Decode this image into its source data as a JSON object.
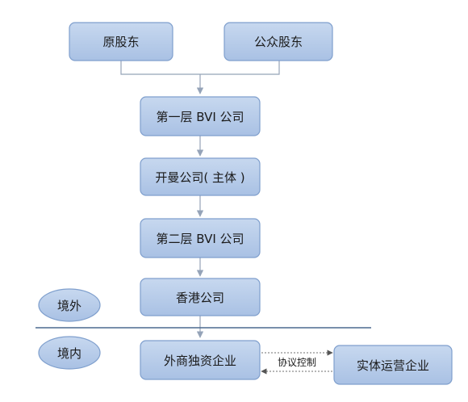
{
  "nodes": {
    "original_shareholders": "原股东",
    "public_shareholders": "公众股东",
    "first_bvi": "第一层 BVI 公司",
    "kaiman": "开曼公司( 主体 )",
    "second_bvi": "第二层 BVI 公司",
    "hongkong": "香港公司",
    "wfoe": "外商独资企业",
    "operating": "实体运营企业"
  },
  "regions": {
    "offshore": "境外",
    "onshore": "境内"
  },
  "edges": {
    "agreement_control": "协议控制"
  },
  "colors": {
    "box_fill_top": "#c7d8ef",
    "box_fill_bottom": "#a9c1e4",
    "box_stroke": "#7f9fcd",
    "connector": "#95a3b8",
    "divider": "#4b6a8f"
  }
}
